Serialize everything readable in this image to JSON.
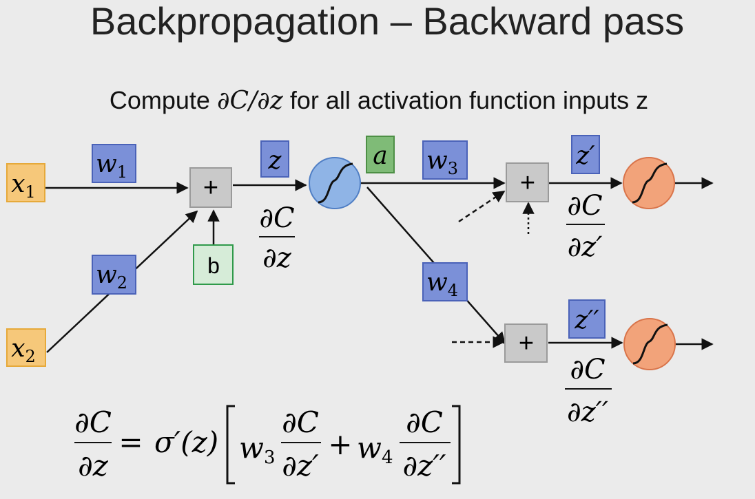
{
  "title": "Backpropagation – Backward pass",
  "subtitle": {
    "prefix": "Compute ",
    "expr_numerator": "∂C",
    "expr_slash": "/",
    "expr_denominator": "∂z",
    "suffix": " for all activation function inputs z"
  },
  "nodes": {
    "x1": {
      "base": "x",
      "sub": "1"
    },
    "x2": {
      "base": "x",
      "sub": "2"
    },
    "w1": {
      "base": "w",
      "sub": "1"
    },
    "w2": {
      "base": "w",
      "sub": "2"
    },
    "w3": {
      "base": "w",
      "sub": "3"
    },
    "w4": {
      "base": "w",
      "sub": "4"
    },
    "sum": "+",
    "b": "b",
    "z": "z",
    "a": "a",
    "z_prime": "z′",
    "z_dprime": "z′′"
  },
  "gradients": {
    "dC_dz": {
      "num": "∂C",
      "den": "∂z"
    },
    "dC_dz_prime": {
      "num": "∂C",
      "den": "∂z′"
    },
    "dC_dz_dprime": {
      "num": "∂C",
      "den": "∂z′′"
    }
  },
  "formula": {
    "lhs_num": "∂C",
    "lhs_den": "∂z",
    "equals": "=",
    "sigma": "σ′(z)",
    "w3": "w",
    "w3_sub": "3",
    "term1_num": "∂C",
    "term1_den": "∂z′",
    "plus": "+",
    "w4": "w",
    "w4_sub": "4",
    "term2_num": "∂C",
    "term2_den": "∂z′′"
  },
  "colors": {
    "background": "#ebebeb",
    "input_fill": "#f6c87a",
    "input_stroke": "#e6a93a",
    "weight_fill": "#7b90d8",
    "weight_stroke": "#4a62b8",
    "sum_fill": "#c9c9c9",
    "sum_stroke": "#9a9a9a",
    "bias_fill": "#d6ecd8",
    "bias_stroke": "#2f9a4a",
    "a_fill": "#7fbb77",
    "a_stroke": "#4d8f45",
    "neuron_blue": "#8fb4e6",
    "neuron_blue_stroke": "#4f7ec4",
    "neuron_orange": "#f2a37a",
    "neuron_orange_stroke": "#d9744a"
  }
}
